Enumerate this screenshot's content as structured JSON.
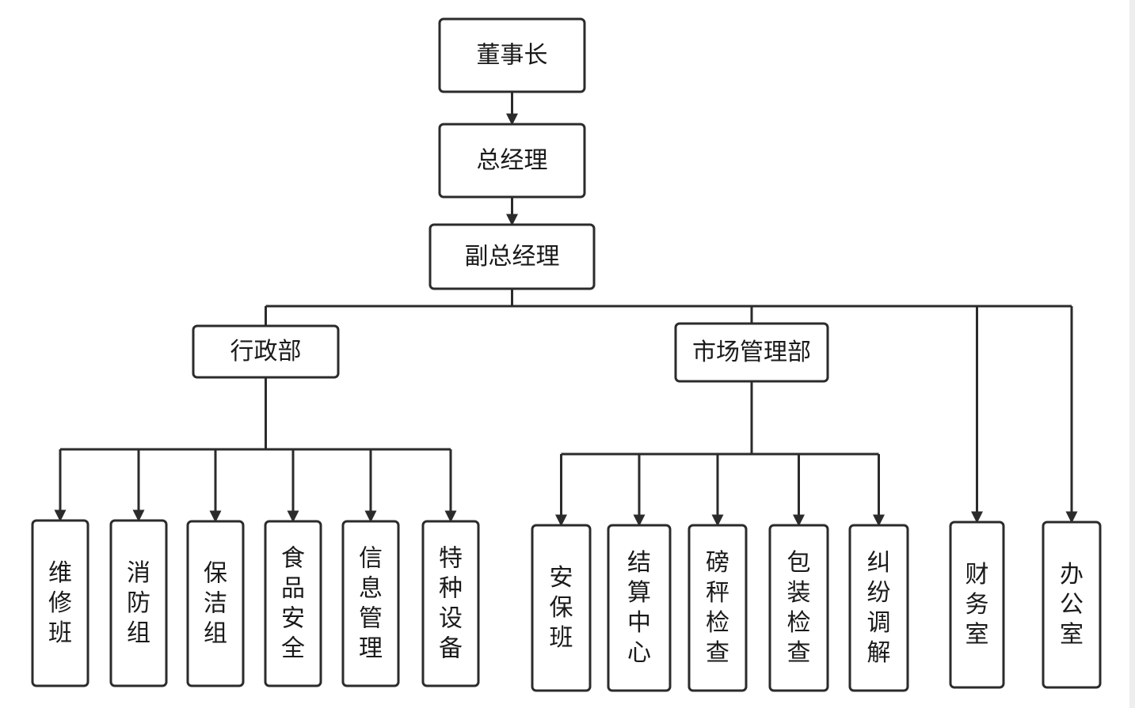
{
  "diagram": {
    "type": "org-chart",
    "line_color": "#2b2b2b",
    "box_fill": "#ffffff",
    "nodes": {
      "chairman": "董事长",
      "gm": "总经理",
      "deputy_gm": "副总经理",
      "admin_dept": "行政部",
      "market_dept": "市场管理部",
      "repair": "维修班",
      "fire": "消防组",
      "cleaning": "保洁组",
      "food_safety": "食品安全",
      "info_mgmt": "信息管理",
      "special_equipment": "特种设备",
      "security": "安保班",
      "settlement": "结算中心",
      "scale_check": "磅秤检查",
      "package_check": "包装检查",
      "dispute": "纠纷调解",
      "finance": "财务室",
      "office": "办公室"
    },
    "edges": [
      [
        "chairman",
        "gm"
      ],
      [
        "gm",
        "deputy_gm"
      ],
      [
        "deputy_gm",
        "admin_dept"
      ],
      [
        "deputy_gm",
        "market_dept"
      ],
      [
        "deputy_gm",
        "finance"
      ],
      [
        "deputy_gm",
        "office"
      ],
      [
        "admin_dept",
        "repair"
      ],
      [
        "admin_dept",
        "fire"
      ],
      [
        "admin_dept",
        "cleaning"
      ],
      [
        "admin_dept",
        "food_safety"
      ],
      [
        "admin_dept",
        "info_mgmt"
      ],
      [
        "admin_dept",
        "special_equipment"
      ],
      [
        "market_dept",
        "security"
      ],
      [
        "market_dept",
        "settlement"
      ],
      [
        "market_dept",
        "scale_check"
      ],
      [
        "market_dept",
        "package_check"
      ],
      [
        "market_dept",
        "dispute"
      ]
    ]
  }
}
